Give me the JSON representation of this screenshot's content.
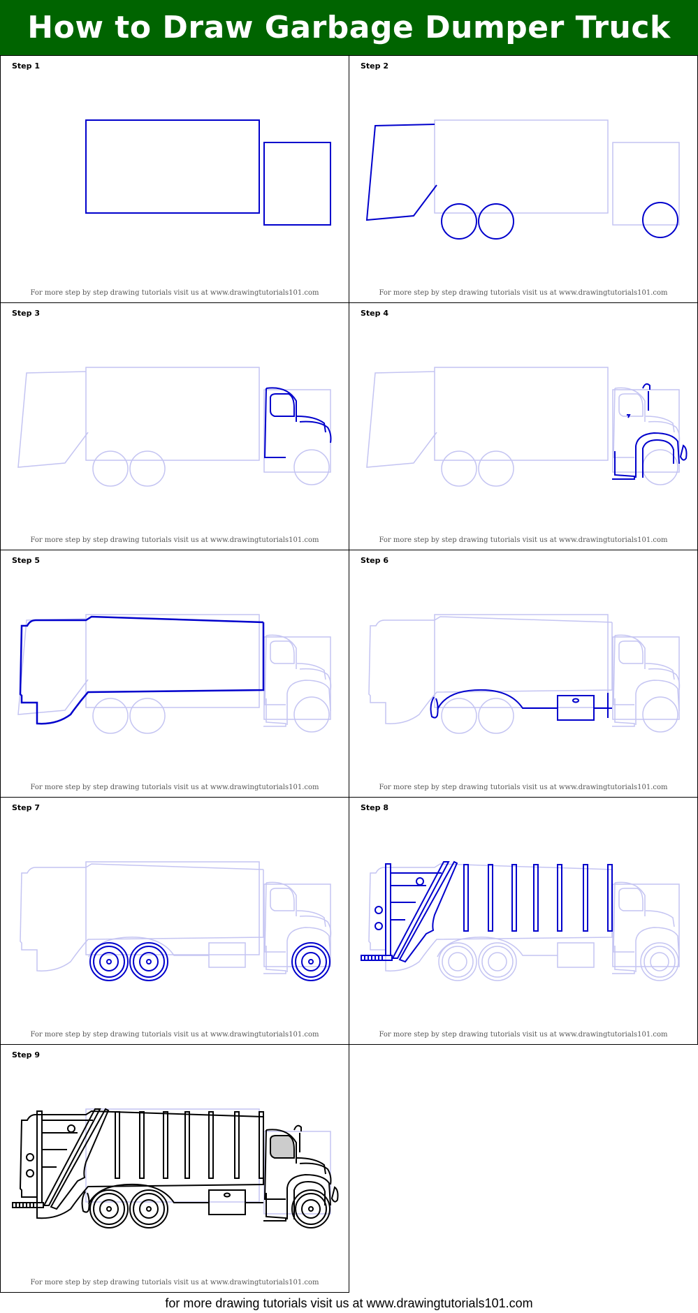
{
  "title": "How to Draw Garbage Dumper Truck",
  "steps": [
    {
      "label": "Step 1",
      "credit": "For more step by step drawing tutorials visit us at www.drawingtutorials101.com"
    },
    {
      "label": "Step 2",
      "credit": "For more step by step drawing tutorials visit us at www.drawingtutorials101.com"
    },
    {
      "label": "Step 3",
      "credit": "For more step by step drawing tutorials visit us at www.drawingtutorials101.com"
    },
    {
      "label": "Step 4",
      "credit": "For more step by step drawing tutorials visit us at www.drawingtutorials101.com"
    },
    {
      "label": "Step 5",
      "credit": "For more step by step drawing tutorials visit us at www.drawingtutorials101.com"
    },
    {
      "label": "Step 6",
      "credit": "For more step by step drawing tutorials visit us at www.drawingtutorials101.com"
    },
    {
      "label": "Step 7",
      "credit": "For more step by step drawing tutorials visit us at www.drawingtutorials101.com"
    },
    {
      "label": "Step 8",
      "credit": "For more step by step drawing tutorials visit us at www.drawingtutorials101.com"
    },
    {
      "label": "Step 9",
      "credit": "For more step by step drawing tutorials visit us at www.drawingtutorials101.com"
    }
  ],
  "footer": "for more drawing tutorials visit us at www.drawingtutorials101.com",
  "colors": {
    "header": "#006400",
    "new_stroke": "#0000cc",
    "guide_stroke": "#c4c4f2",
    "final_stroke": "#000000",
    "window_fill": "#cccccc"
  }
}
